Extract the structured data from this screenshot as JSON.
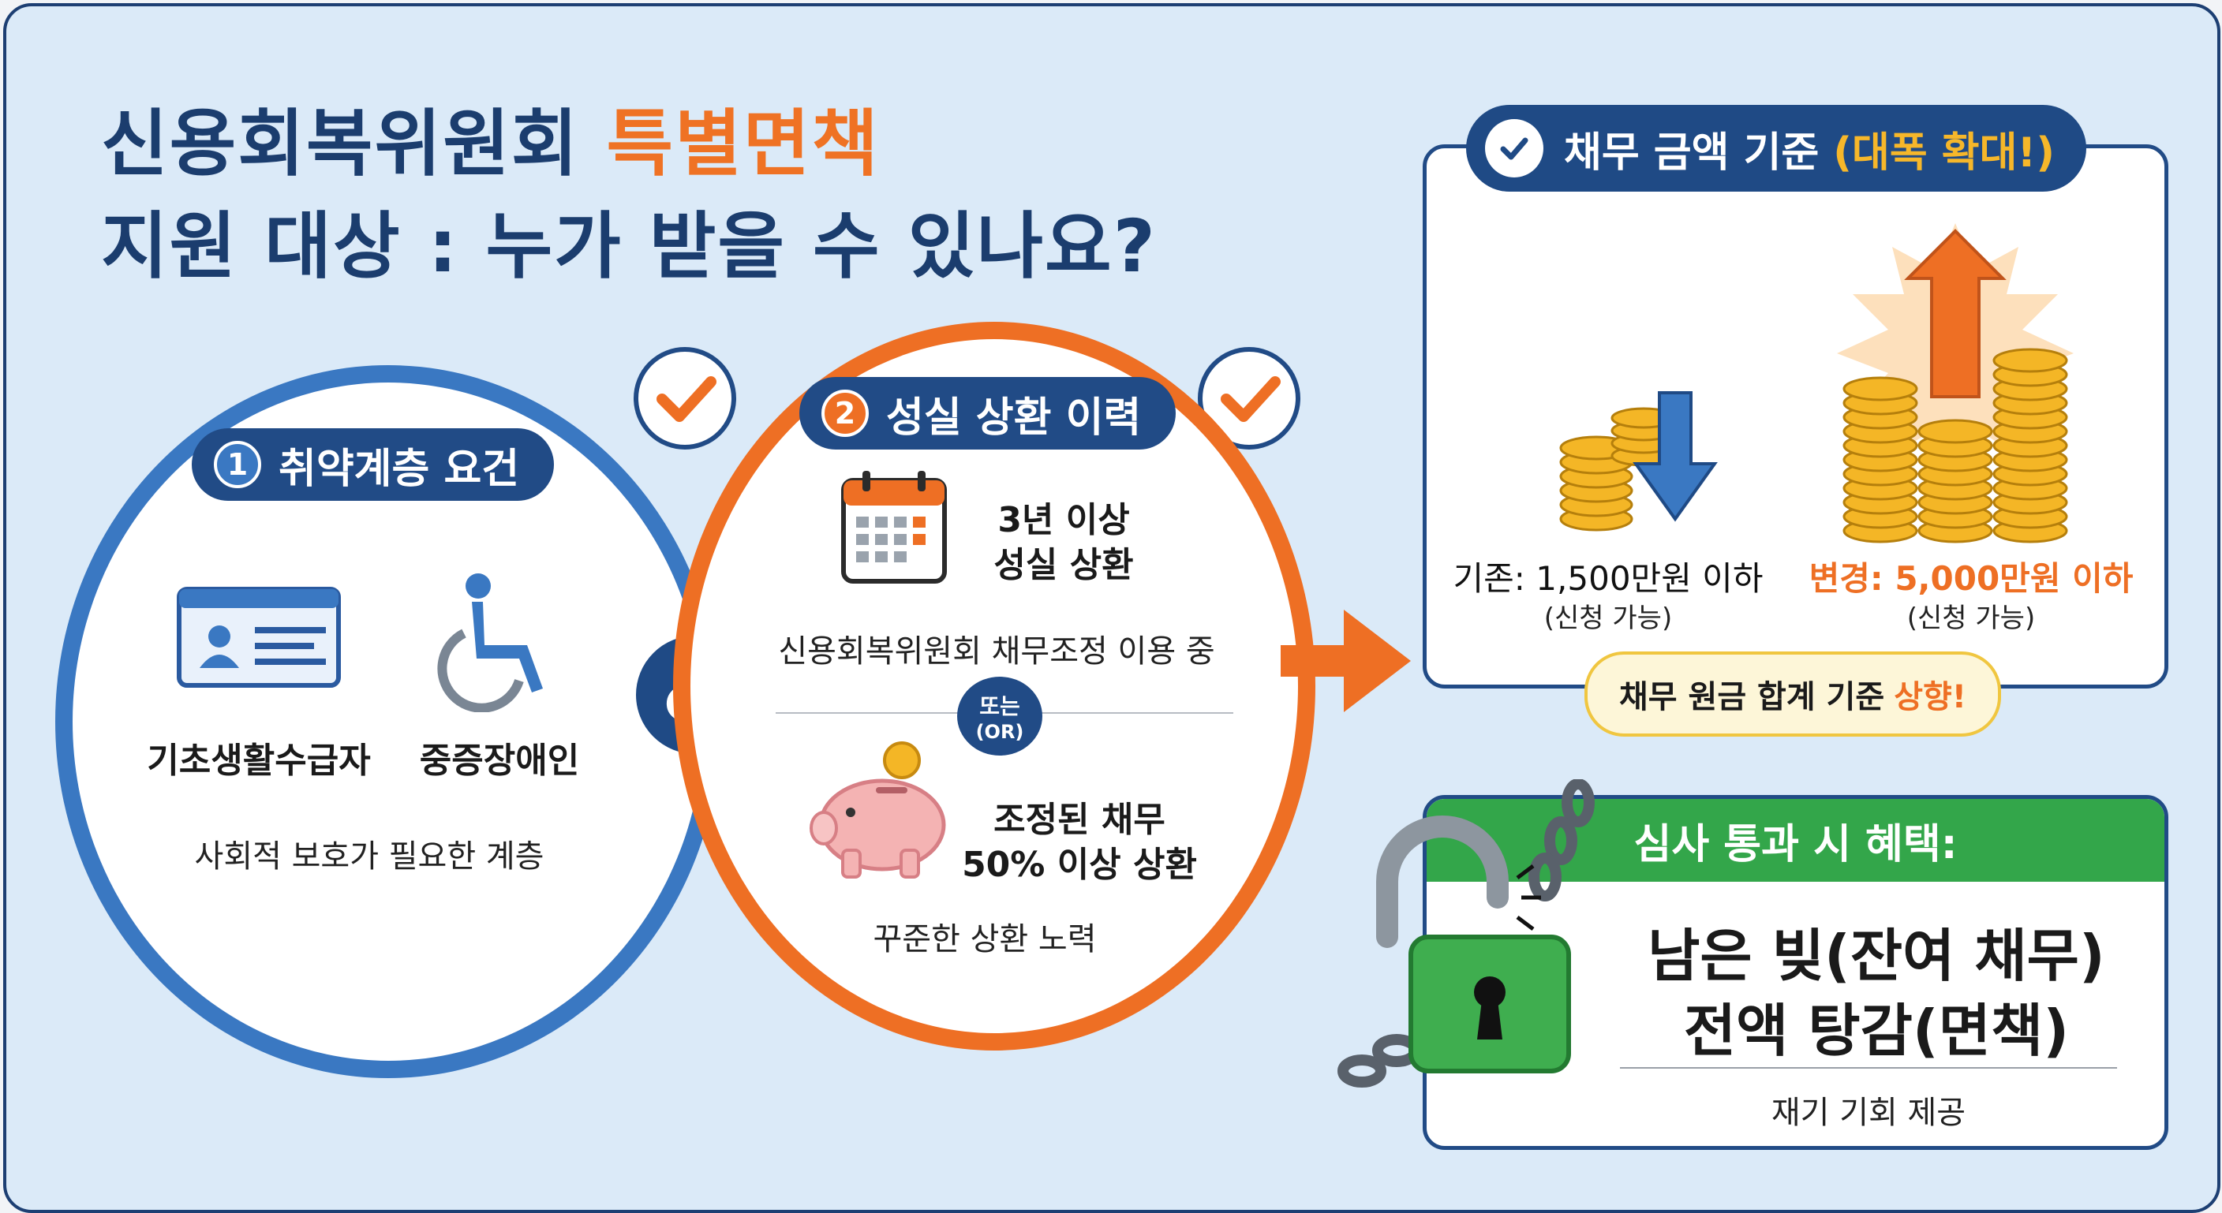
{
  "title": {
    "line1_main": "신용회복위원회 ",
    "line1_accent": "특별면책",
    "line2": "지원 대상 : 누가 받을 수 있나요?"
  },
  "condition1": {
    "number": "1",
    "heading": "취약계층 요건",
    "items": [
      "기초생활수급자",
      "중증장애인"
    ],
    "note": "사회적 보호가 필요한 계층"
  },
  "connector": "&",
  "condition2": {
    "number": "2",
    "heading": "성실 상환 이력",
    "option_a_line1": "3년 이상",
    "option_a_line2": "성실 상환",
    "option_a_note": "신용회복위원회 채무조정 이용 중",
    "or_line1": "또는",
    "or_line2": "(OR)",
    "option_b_line1": "조정된 채무",
    "option_b_line2": "50% 이상 상환",
    "option_b_note": "꾸준한 상환 노력"
  },
  "debt_panel": {
    "heading": "채무 금액 기준",
    "heading_highlight": "(대폭 확대!)",
    "before_label": "기존: 1,500만원 이하",
    "before_sub": "(신청 가능)",
    "after_label": "변경: 5,000만원 이하",
    "after_sub": "(신청 가능)",
    "note_main": "채무 원금 합계 기준",
    "note_highlight": "상향!"
  },
  "benefit_panel": {
    "heading": "심사 통과 시 혜택:",
    "line1": "남은 빚(잔여 채무)",
    "line2": "전액 탕감(면책)",
    "sub": "재기 기회 제공"
  },
  "colors": {
    "navy": "#1f4a85",
    "blue": "#3a78c2",
    "orange": "#ee6f24",
    "green": "#33a64a",
    "yellow": "#f6b72a",
    "background": "#dbeaf8"
  }
}
